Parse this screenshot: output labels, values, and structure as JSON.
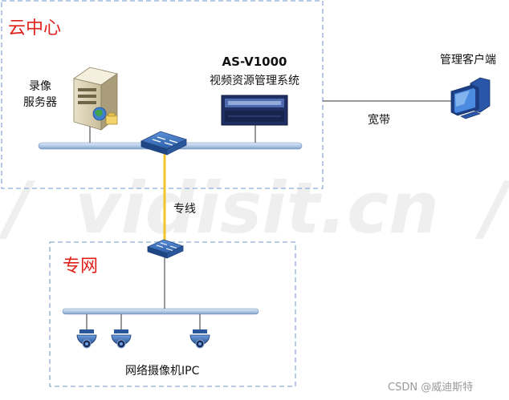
{
  "diagram": {
    "cloud_zone": {
      "title": "云中心"
    },
    "private_zone": {
      "title": "专网"
    },
    "nodes": {
      "recording_server": {
        "label": "录像\n服务器",
        "icon": "server-icon"
      },
      "vms": {
        "model": "AS-V1000",
        "name": "视频资源管理系统",
        "icon": "rack-appliance-icon"
      },
      "client": {
        "label": "管理客户端",
        "icon": "desktop-computer-icon"
      },
      "cloud_switch": {
        "icon": "network-switch-icon"
      },
      "private_switch": {
        "icon": "network-switch-icon"
      },
      "cameras": {
        "label": "网络摄像机IPC",
        "icon": "dome-camera-icon",
        "count": 3
      }
    },
    "links": {
      "broadband": "宽带",
      "dedicated_line": "专线"
    },
    "watermark": "vidisit.cn",
    "credit": "CSDN @威迪斯特",
    "colors": {
      "zone_border": "#8eaedb",
      "zone_title": "#e0201a",
      "bus": "#b7cde6",
      "dedicated_line": "#f0c62b",
      "switch": "#2e5fa8"
    }
  }
}
